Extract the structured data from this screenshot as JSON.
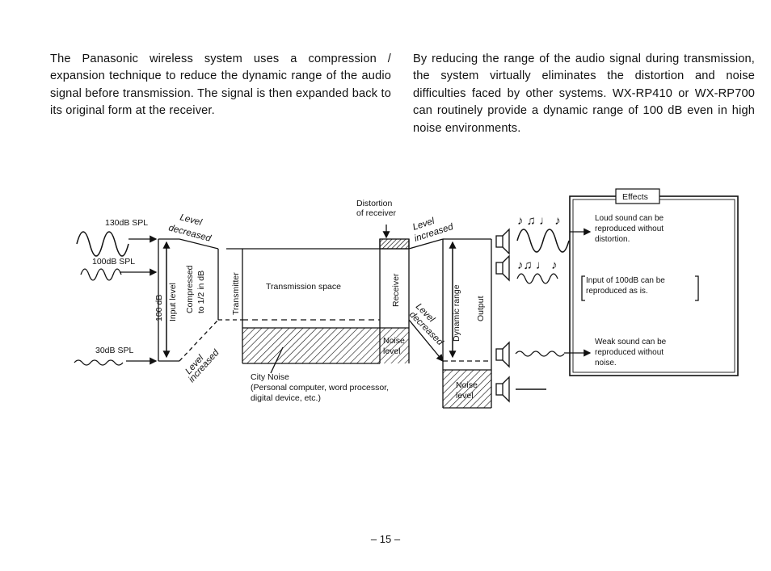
{
  "text": {
    "left_paragraph": "The Panasonic wireless system uses a compression / expansion technique to reduce the dynamic range of the audio signal before transmission. The signal is then expanded back to its original form at the receiver.",
    "right_paragraph": "By reducing the range of the audio signal during transmission, the system virtually eliminates the distortion and noise difficulties faced by other systems. WX-RP410 or WX-RP700 can routinely provide a dynamic range of 100 dB even in high noise environments."
  },
  "diagram": {
    "spl_130": "130dB SPL",
    "spl_100": "100dB SPL",
    "spl_30": "30dB SPL",
    "level_decreased_1": [
      "Level",
      "decreased"
    ],
    "level_increased_1": [
      "Level",
      "increased"
    ],
    "input_level_100db": "100 dB",
    "input_level": "Input level",
    "compressed": "Compressed",
    "to_half_db": "to 1/2 in dB",
    "transmitter": "Transmitter",
    "transmission_space": "Transmission space",
    "distortion": "Distortion",
    "of_receiver": "of receiver",
    "level_increased_2": [
      "Level",
      "increased"
    ],
    "receiver": "Receiver",
    "noise_level_1": [
      "Noise",
      "level"
    ],
    "level_decreased_2": [
      "Level",
      "decreased"
    ],
    "dynamic_range": "Dynamic range",
    "output": "Output",
    "noise_level_2": [
      "Noise",
      "level"
    ],
    "city_noise": "City Noise",
    "city_noise_detail_1": "(Personal computer, word processor,",
    "city_noise_detail_2": "digital device, etc.)",
    "effects": {
      "title": "Effects",
      "loud_1": "Loud sound can be",
      "loud_2": "reproduced without",
      "loud_3": "distortion.",
      "input_1": "Input of 100dB can be",
      "input_2": "reproduced as is.",
      "weak_1": "Weak sound can be",
      "weak_2": "reproduced without",
      "weak_3": "noise."
    }
  },
  "page_number": "– 15 –"
}
